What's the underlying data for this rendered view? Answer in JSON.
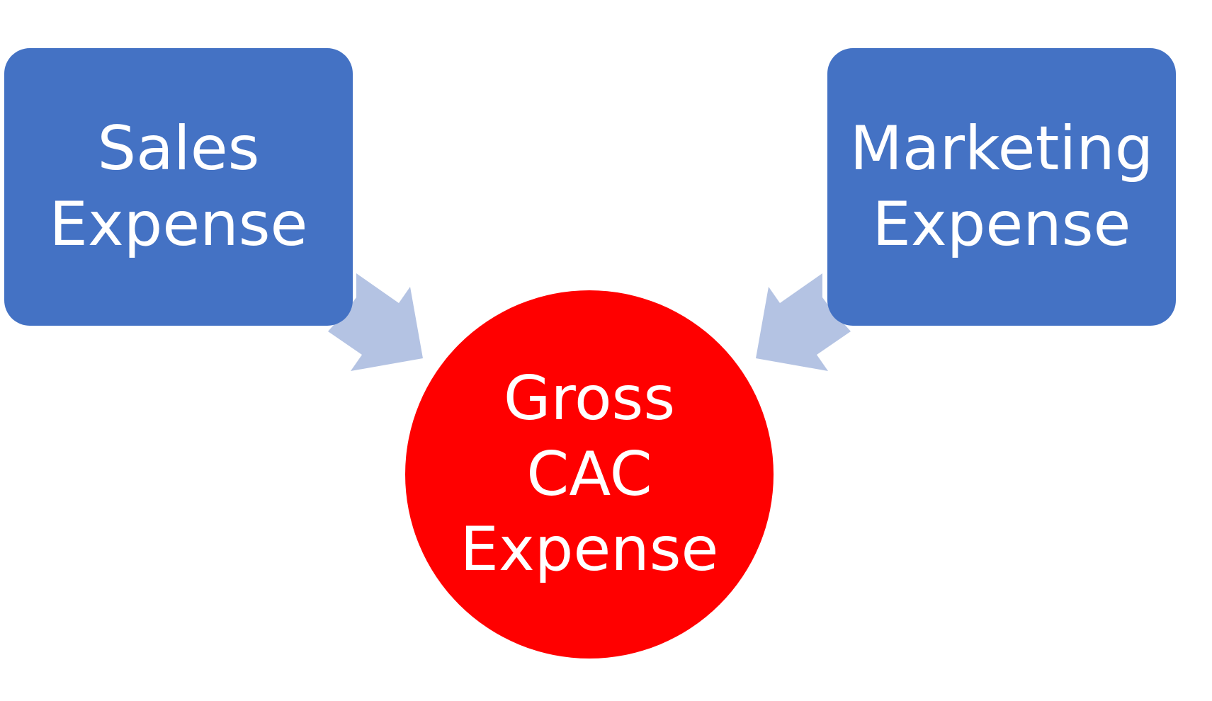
{
  "colors": {
    "box_fill": "#4472c4",
    "circle_fill": "#ff0000",
    "arrow_fill": "#b4c3e3",
    "text": "#ffffff"
  },
  "nodes": {
    "sales": {
      "line1": "Sales",
      "line2": "Expense"
    },
    "marketing": {
      "line1": "Marketing",
      "line2": "Expense"
    },
    "gross": {
      "line1": "Gross",
      "line2": "CAC",
      "line3": "Expense"
    }
  },
  "connections": [
    {
      "from": "Sales Expense",
      "to": "Gross CAC Expense"
    },
    {
      "from": "Marketing Expense",
      "to": "Gross CAC Expense"
    }
  ]
}
